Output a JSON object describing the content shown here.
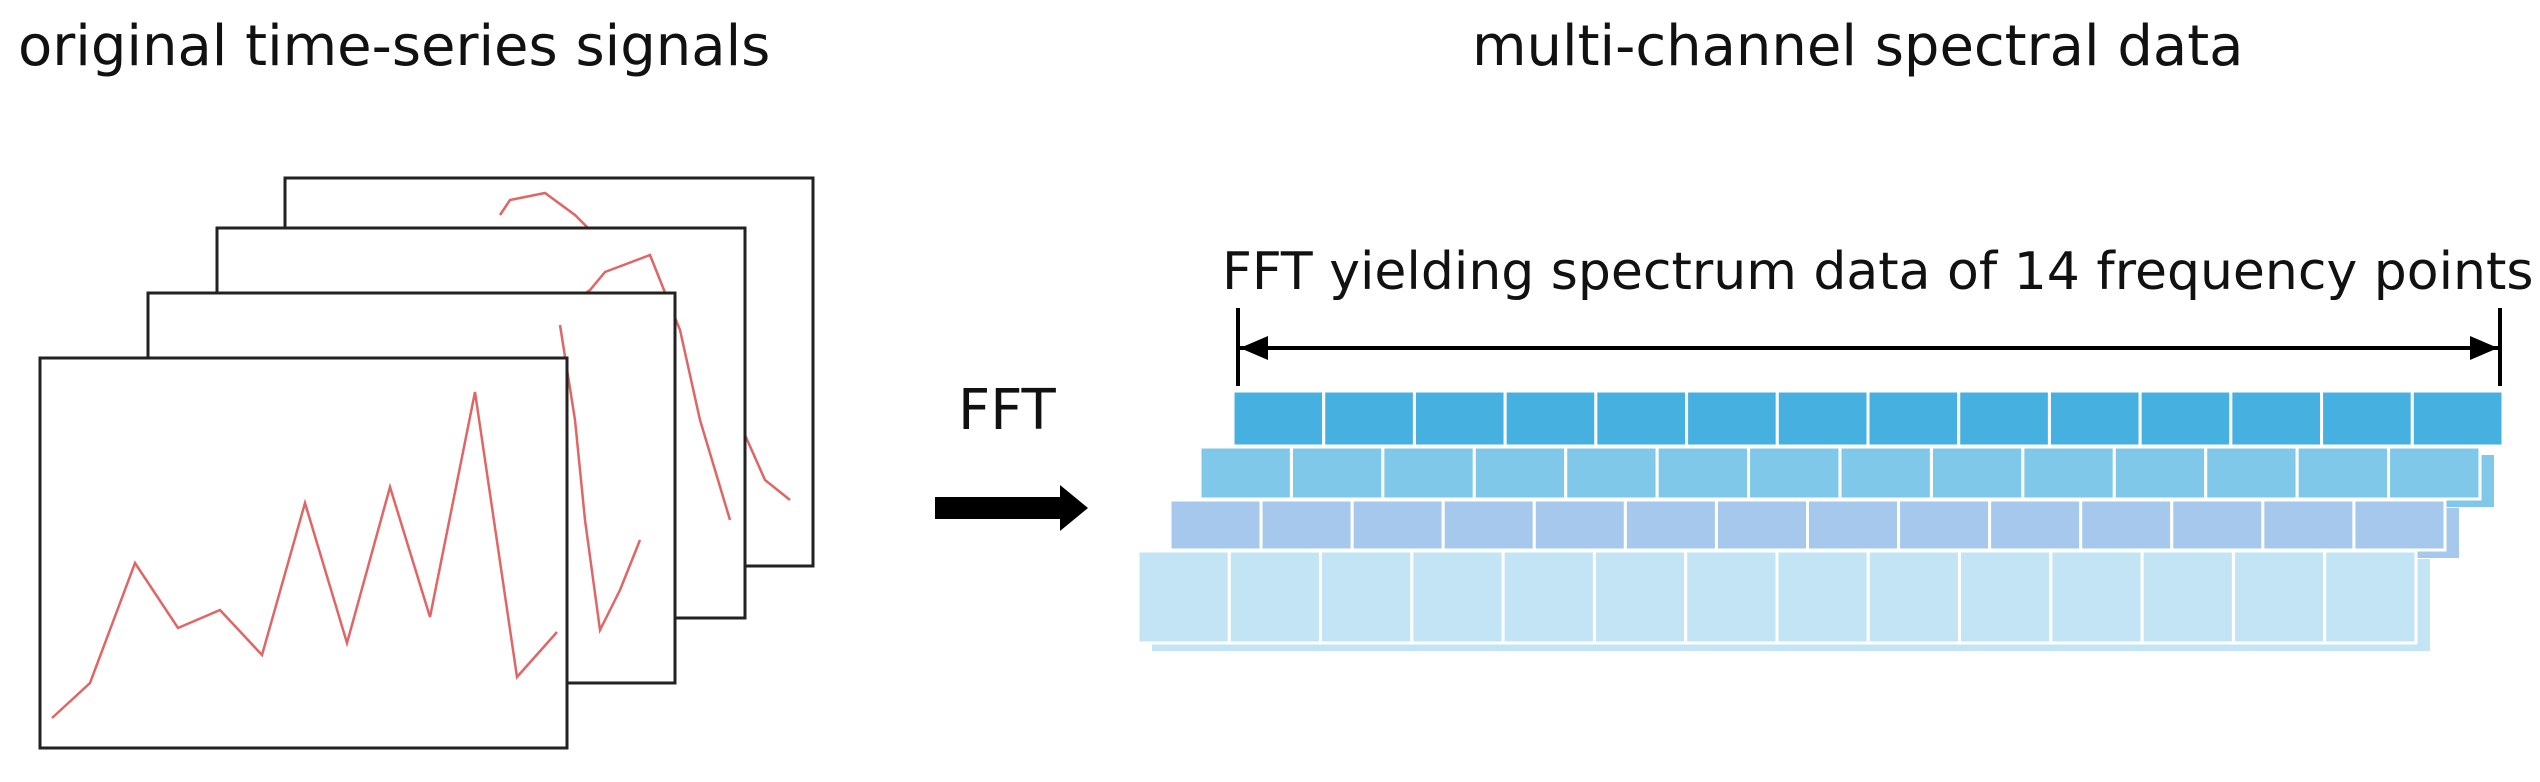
{
  "titles": {
    "left": "original time-series signals",
    "right": "multi-channel spectral data"
  },
  "fft_label": "FFT",
  "span_label": "FFT yielding spectrum data of 14 frequency points",
  "frequency_points": 14,
  "colors": {
    "signal_line": "#e06666",
    "frame_border": "#222222",
    "channel_1": "#46b0e1",
    "channel_2": "#7fc8e9",
    "channel_3": "#a5c8ec",
    "channel_4": "#c2e4f5",
    "arrow": "#000000"
  }
}
